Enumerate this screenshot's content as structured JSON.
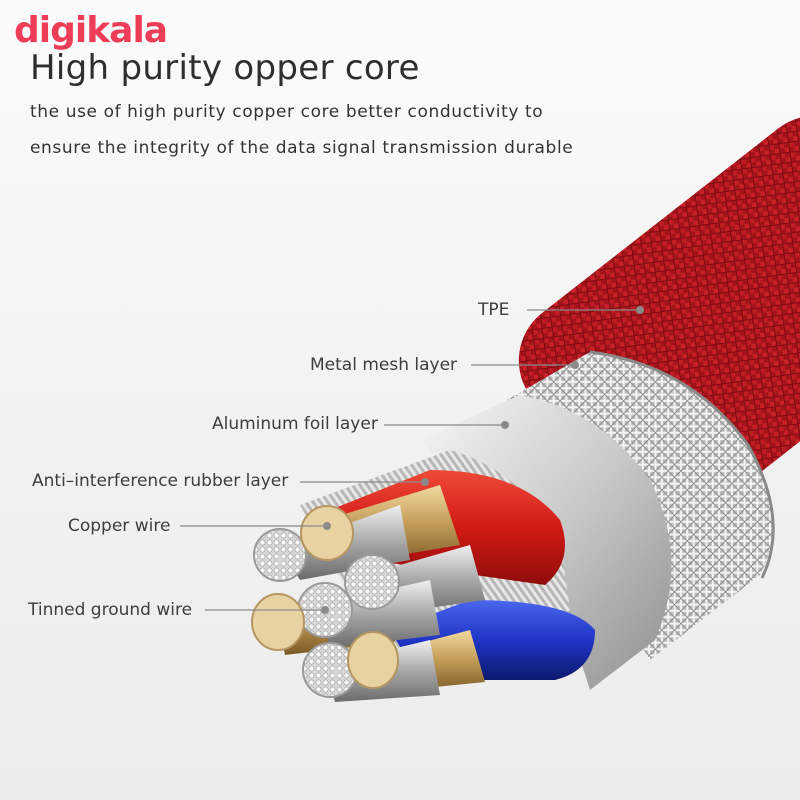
{
  "brand": {
    "logo_text": "digikala",
    "logo_color": "#ee3d56"
  },
  "heading": {
    "title": "High purity opper core",
    "description_line1": "the use of high purity copper core better conductivity to",
    "description_line2": "ensure the integrity of the data signal transmission durable"
  },
  "callouts": {
    "tpe": "TPE",
    "metal_mesh": "Metal mesh layer",
    "aluminum_foil": "Aluminum foil layer",
    "anti_interference": "Anti–interference rubber layer",
    "copper_wire": "Copper wire",
    "tinned_ground": "Tinned ground wire"
  },
  "colors": {
    "braid_red": "#b0161e",
    "insulation_red": "#d8201c",
    "insulation_blue": "#1f34c6",
    "copper": "#d9c08a",
    "tinned": "#e6e6e6"
  }
}
